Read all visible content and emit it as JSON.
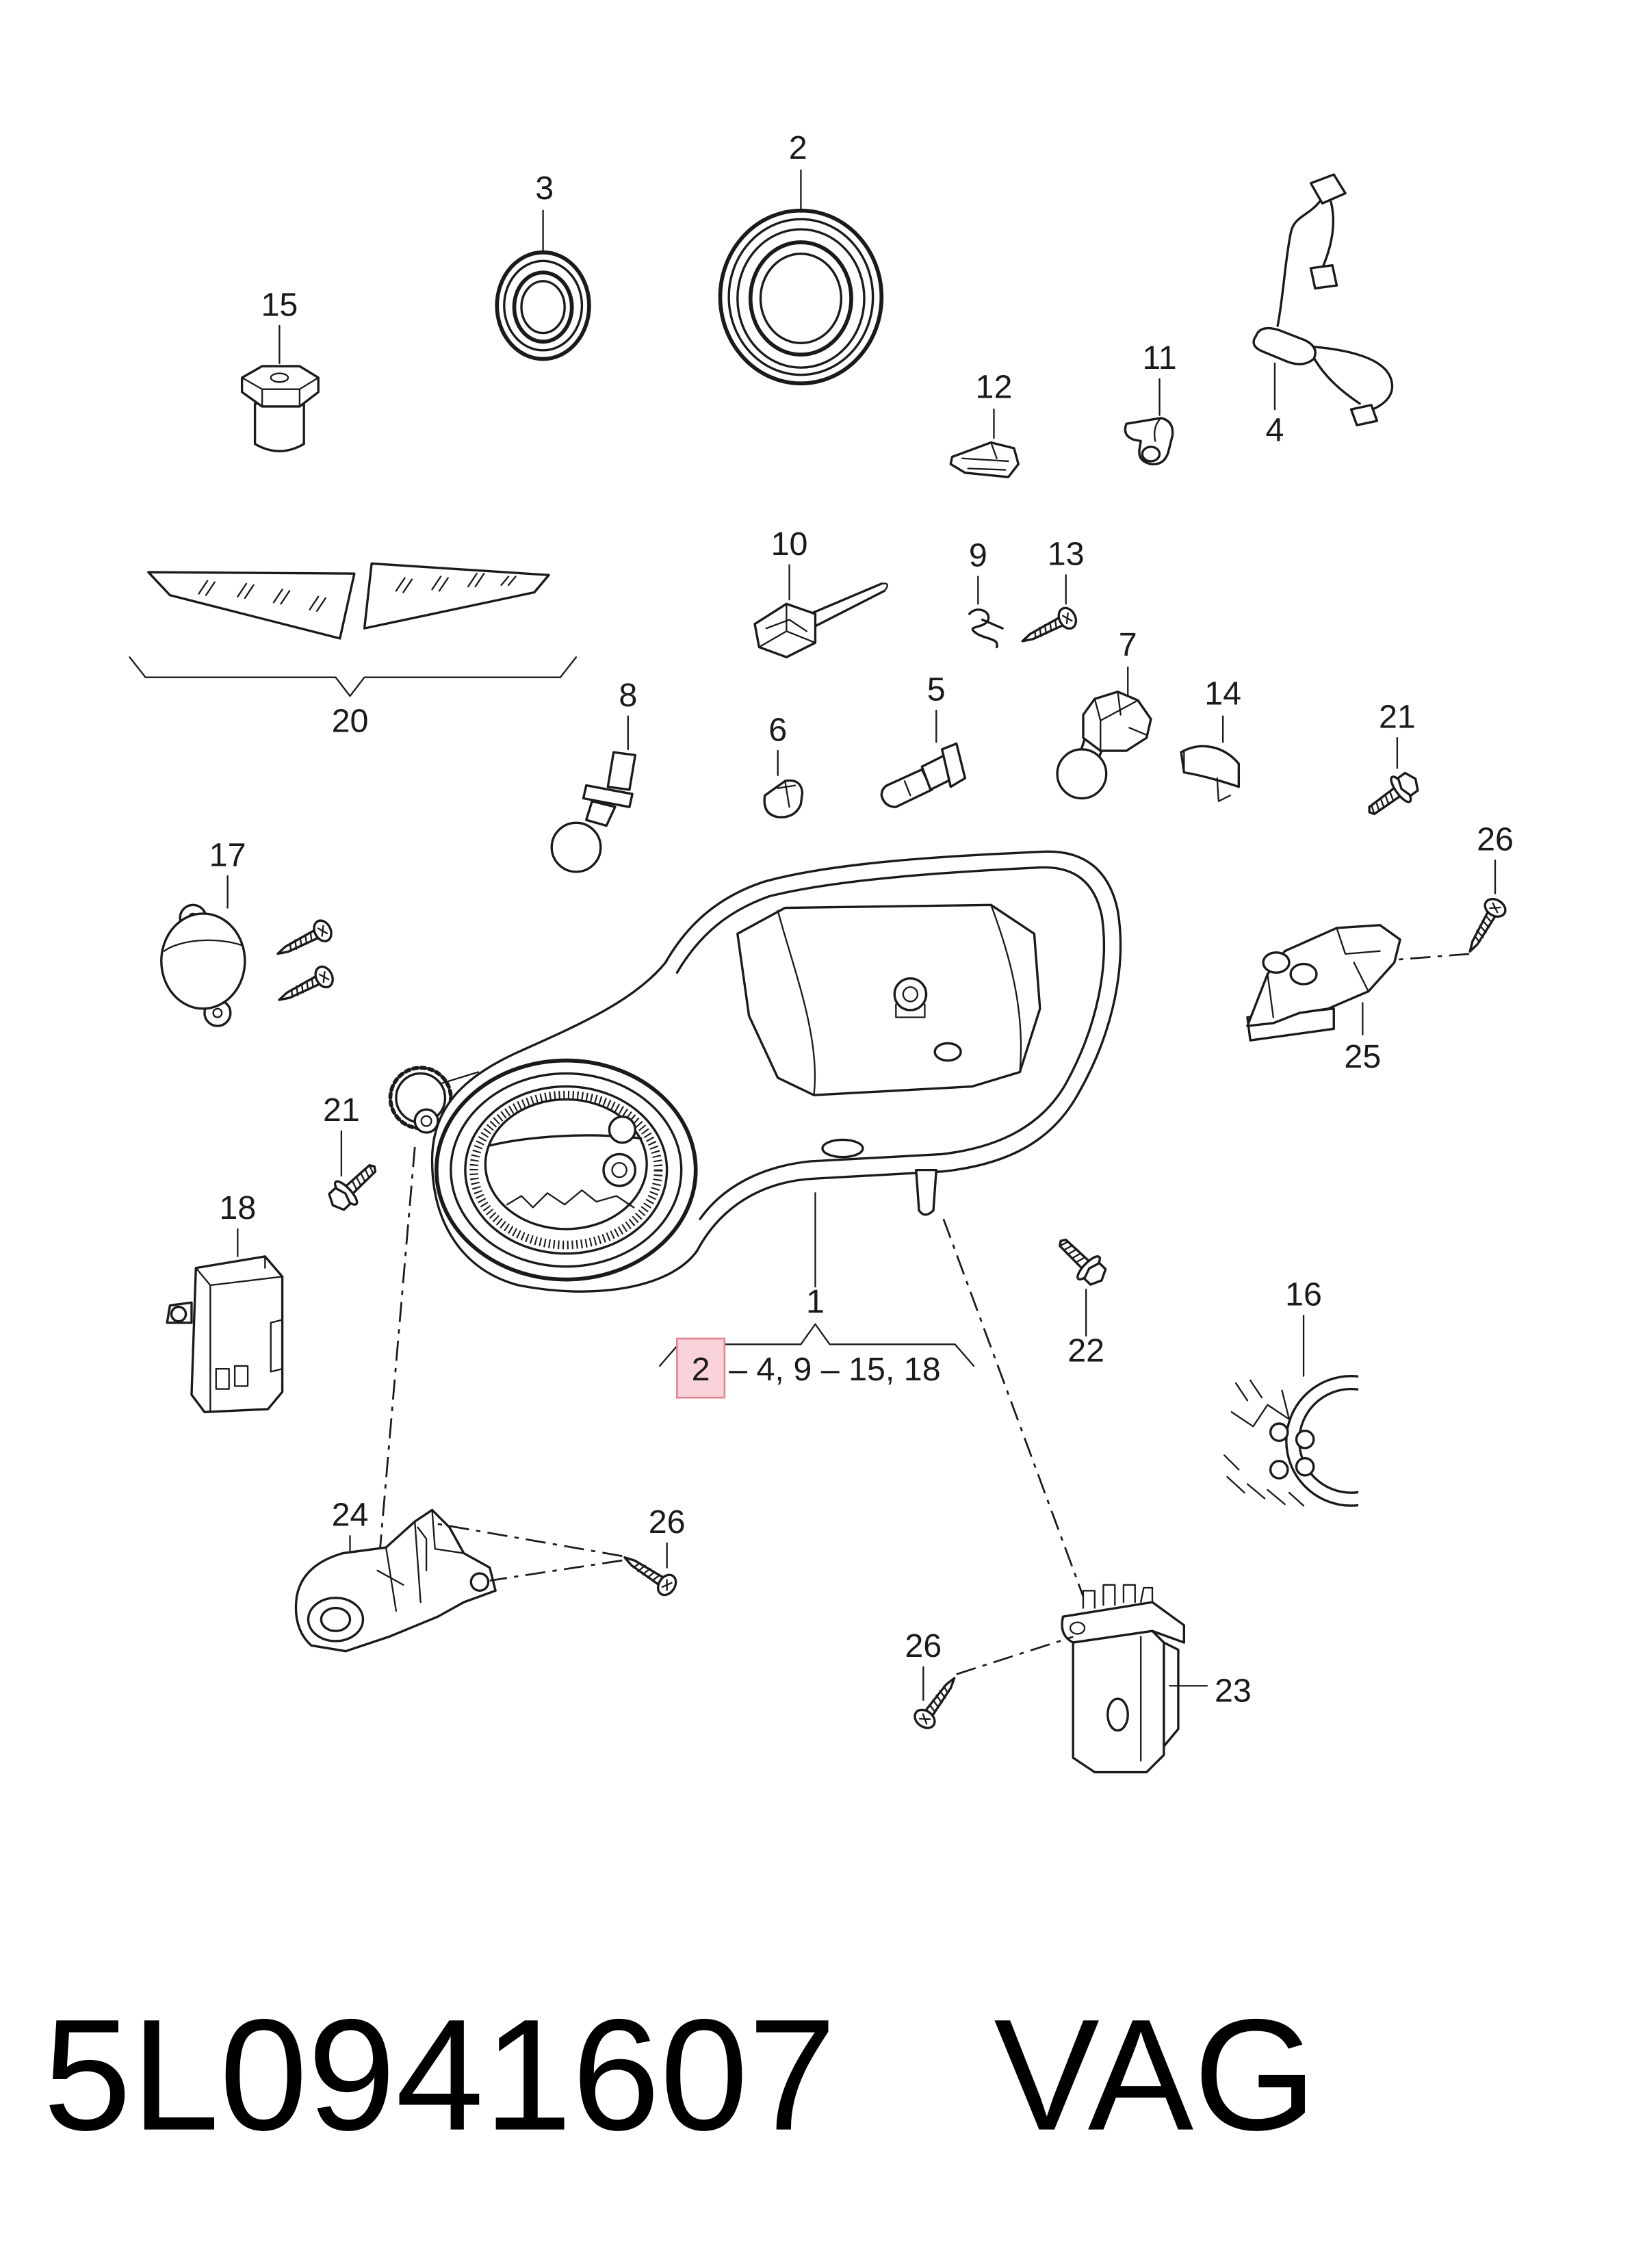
{
  "colors": {
    "background": "#ffffff",
    "line": "#1a1a1a",
    "highlight_fill": "#f8d3d9",
    "highlight_border": "#e3808d"
  },
  "callouts": {
    "part_1": "1",
    "part_2": "2",
    "part_3": "3",
    "part_4": "4",
    "part_5": "5",
    "part_6": "6",
    "part_7": "7",
    "part_8": "8",
    "part_9": "9",
    "part_10": "10",
    "part_11": "11",
    "part_12": "12",
    "part_13": "13",
    "part_14": "14",
    "part_15": "15",
    "part_16": "16",
    "part_17": "17",
    "part_18": "18",
    "part_20": "20",
    "part_21_upper": "21",
    "part_21_lower": "21",
    "part_22": "22",
    "part_23": "23",
    "part_24": "24",
    "part_25": "25",
    "part_26_upper": "26",
    "part_26_middle": "26",
    "part_26_lower": "26"
  },
  "assembly_note": {
    "highlighted": "2",
    "rest": "– 4, 9 – 15, 18"
  },
  "footer": {
    "part_number": "5L0941607",
    "brand": "VAG"
  }
}
